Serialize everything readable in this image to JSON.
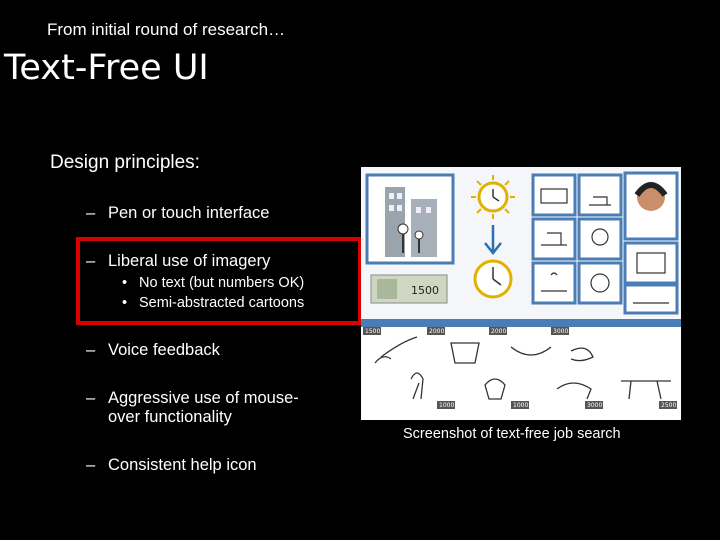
{
  "slide": {
    "subtitle": "From initial round of research…",
    "title": "Text-Free UI",
    "principles_heading": "Design principles:",
    "bullets": [
      {
        "text": "Pen or touch interface"
      },
      {
        "text": "Liberal use of imagery",
        "sub": [
          "No text (but numbers OK)",
          "Semi-abstracted cartoons"
        ]
      },
      {
        "text": "Voice feedback"
      },
      {
        "text": "Aggressive use of mouse-",
        "text2": "over functionality"
      },
      {
        "text": "Consistent help icon"
      }
    ],
    "bullet_marker": "–",
    "sub_marker": "•",
    "caption": "Screenshot of text-free job search"
  },
  "screenshot": {
    "banknote_value": "1500",
    "job_prices": [
      "1500",
      "2000",
      "2000",
      "3000"
    ],
    "job_prices_bottom": [
      "1000",
      "1000",
      "3000",
      "2500"
    ],
    "colors": {
      "accent_blue": "#4a7db5",
      "highlight_red": "#d90000",
      "panel": "#eef2f6"
    }
  }
}
